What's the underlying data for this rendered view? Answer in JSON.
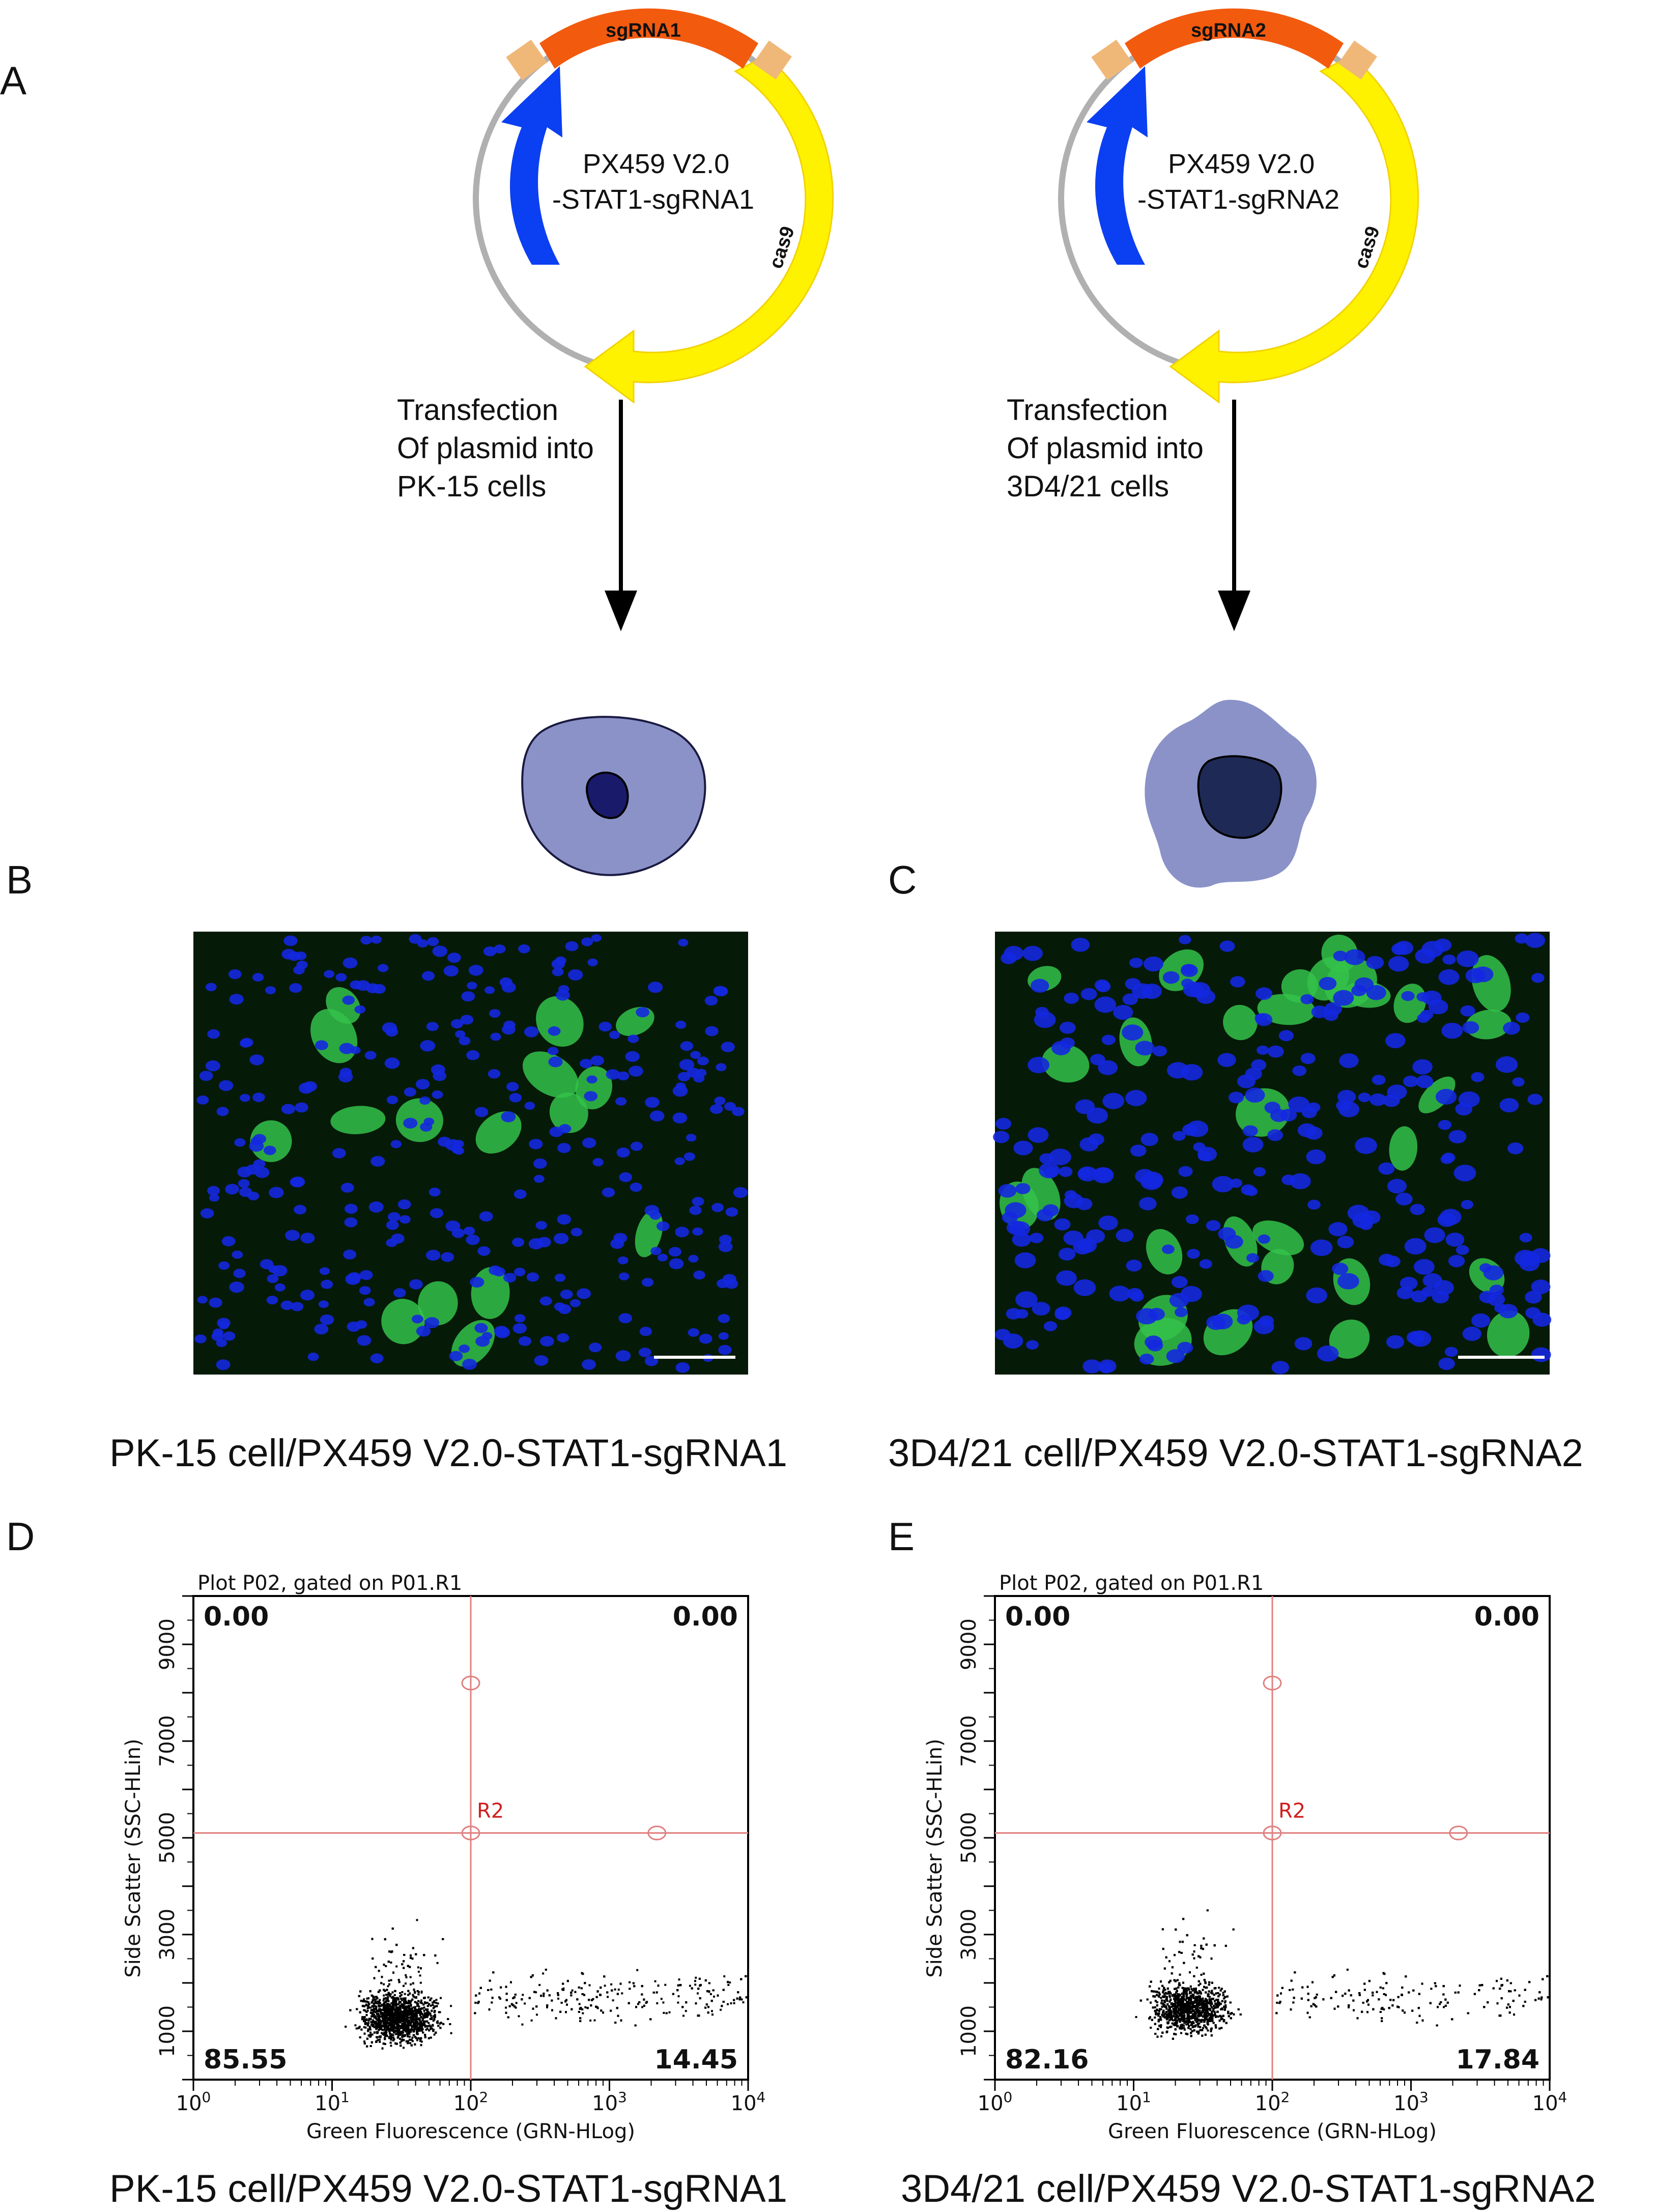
{
  "panel_letters": {
    "a": "A",
    "b": "B",
    "c": "C",
    "d": "D",
    "e": "E"
  },
  "plasmids": [
    {
      "sgrna_label": "sgRNA1",
      "name_line1": "PX459 V2.0",
      "name_line2": "-STAT1-sgRNA1",
      "cas_label": "cas9",
      "transfection_lines": [
        "Transfection",
        "Of plasmid into",
        "PK-15 cells"
      ]
    },
    {
      "sgrna_label": "sgRNA2",
      "name_line1": "PX459 V2.0",
      "name_line2": "-STAT1-sgRNA2",
      "cas_label": "cas9",
      "transfection_lines": [
        "Transfection",
        "Of plasmid into",
        "3D4/21 cells"
      ]
    }
  ],
  "colors": {
    "sgrna": "#f25a0e",
    "cas9": "#fff200",
    "marker": "#0b3ff2",
    "flank": "#f0b878",
    "backbone": "#b0b0b0",
    "cytoplasm": "#8a92c8",
    "nucleus1": "#1a1a6a",
    "nucleus2": "#1e2a55",
    "gate": "#e08080",
    "micro_bg": "#061a08",
    "micro_nuclei": "#1428e0",
    "micro_gfp": "#34c24a"
  },
  "micrograph_captions": [
    "PK-15 cell/PX459 V2.0-STAT1-sgRNA1",
    "3D4/21 cell/PX459 V2.0-STAT1-sgRNA2"
  ],
  "flow_plots": [
    {
      "header": "Plot P02, gated on P01.R1",
      "quadrants": {
        "ul": "0.00",
        "ur": "0.00",
        "ll": "85.55",
        "lr": "14.45"
      },
      "gate_label": "R2",
      "caption": "PK-15 cell/PX459 V2.0-STAT1-sgRNA1"
    },
    {
      "header": "Plot P02, gated on P01.R1",
      "quadrants": {
        "ul": "0.00",
        "ur": "0.00",
        "ll": "82.16",
        "lr": "17.84"
      },
      "gate_label": "R2",
      "caption": "3D4/21 cell/PX459 V2.0-STAT1-sgRNA2"
    }
  ],
  "chart_data": [
    {
      "type": "scatter",
      "title": "Plot P02, gated on P01.R1",
      "xlabel": "Green Fluorescence (GRN-HLog)",
      "ylabel": "Side Scatter (SSC-HLin)",
      "x_scale": "log",
      "xlim": [
        1,
        10000
      ],
      "ylim": [
        0,
        10000
      ],
      "x_ticks": [
        "10^0",
        "10^1",
        "10^2",
        "10^3",
        "10^4"
      ],
      "y_ticks": [
        "1000",
        "3000",
        "5000",
        "7000",
        "9000"
      ],
      "gate": {
        "name": "R2",
        "x": 100,
        "y": 5100
      },
      "quadrant_percent": {
        "upper_left": 0.0,
        "upper_right": 0.0,
        "lower_left": 85.55,
        "lower_right": 14.45
      },
      "population": {
        "center_x": 30,
        "center_y": 1300
      }
    },
    {
      "type": "scatter",
      "title": "Plot P02, gated on P01.R1",
      "xlabel": "Green Fluorescence (GRN-HLog)",
      "ylabel": "Side Scatter (SSC-HLin)",
      "x_scale": "log",
      "xlim": [
        1,
        10000
      ],
      "ylim": [
        0,
        10000
      ],
      "x_ticks": [
        "10^0",
        "10^1",
        "10^2",
        "10^3",
        "10^4"
      ],
      "y_ticks": [
        "1000",
        "3000",
        "5000",
        "7000",
        "9000"
      ],
      "gate": {
        "name": "R2",
        "x": 100,
        "y": 5100
      },
      "quadrant_percent": {
        "upper_left": 0.0,
        "upper_right": 0.0,
        "lower_left": 82.16,
        "lower_right": 17.84
      },
      "population": {
        "center_x": 25,
        "center_y": 1500
      }
    }
  ]
}
